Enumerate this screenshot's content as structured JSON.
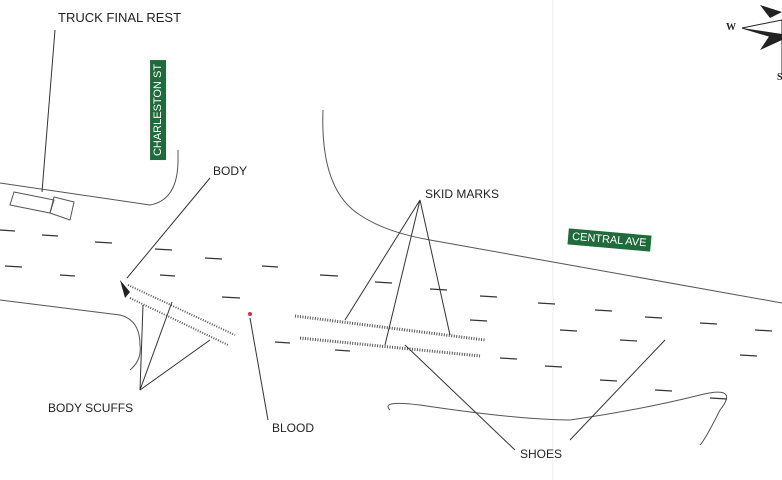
{
  "labels": {
    "truck": "TRUCK FINAL REST",
    "body": "BODY",
    "skid": "SKID MARKS",
    "scuffs": "BODY SCUFFS",
    "blood": "BLOOD",
    "shoes": "SHOES"
  },
  "streets": {
    "charleston": "CHARLESTON ST",
    "central": "CENTRAL AVE"
  },
  "compass": {
    "west": "W",
    "south": "S"
  },
  "colors": {
    "sign": "#1f6b3c",
    "blood": "#d0304a"
  }
}
